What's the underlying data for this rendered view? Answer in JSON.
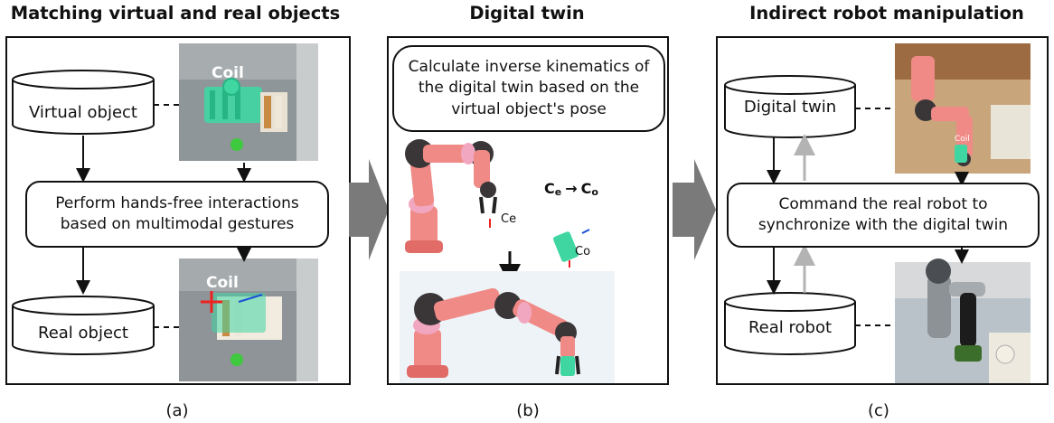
{
  "panels": [
    {
      "heading": "Matching virtual and real objects",
      "caption": "(a)",
      "top_node": "Virtual object",
      "center_box": "Perform hands-free interactions based on multimodal gestures",
      "bottom_node": "Real object",
      "image_label_top": "Coil",
      "image_label_bottom": "Coil"
    },
    {
      "heading": "Digital twin",
      "caption": "(b)",
      "top_box": "Calculate inverse kinematics of the digital twin based on the virtual object's pose",
      "transform_from": "C",
      "transform_from_sub": "e",
      "transform_arrow": "→",
      "transform_to": "C",
      "transform_to_sub": "o",
      "end_effector_label": "Ce",
      "object_label": "Co"
    },
    {
      "heading": "Indirect robot manipulation",
      "caption": "(c)",
      "top_node": "Digital twin",
      "center_box": "Command the real robot to synchronize with the digital twin",
      "bottom_node": "Real robot",
      "image_label": "Coil"
    }
  ],
  "colors": {
    "robot_link": "#f08a86",
    "robot_joint": "#3a3638",
    "robot_cap": "#f2a7c0",
    "coil_virtual": "#3fd6a2",
    "marker_green": "#3ec93e",
    "big_arrow": "#7a7a7a",
    "feedback_arrow": "#b3b3b3"
  }
}
